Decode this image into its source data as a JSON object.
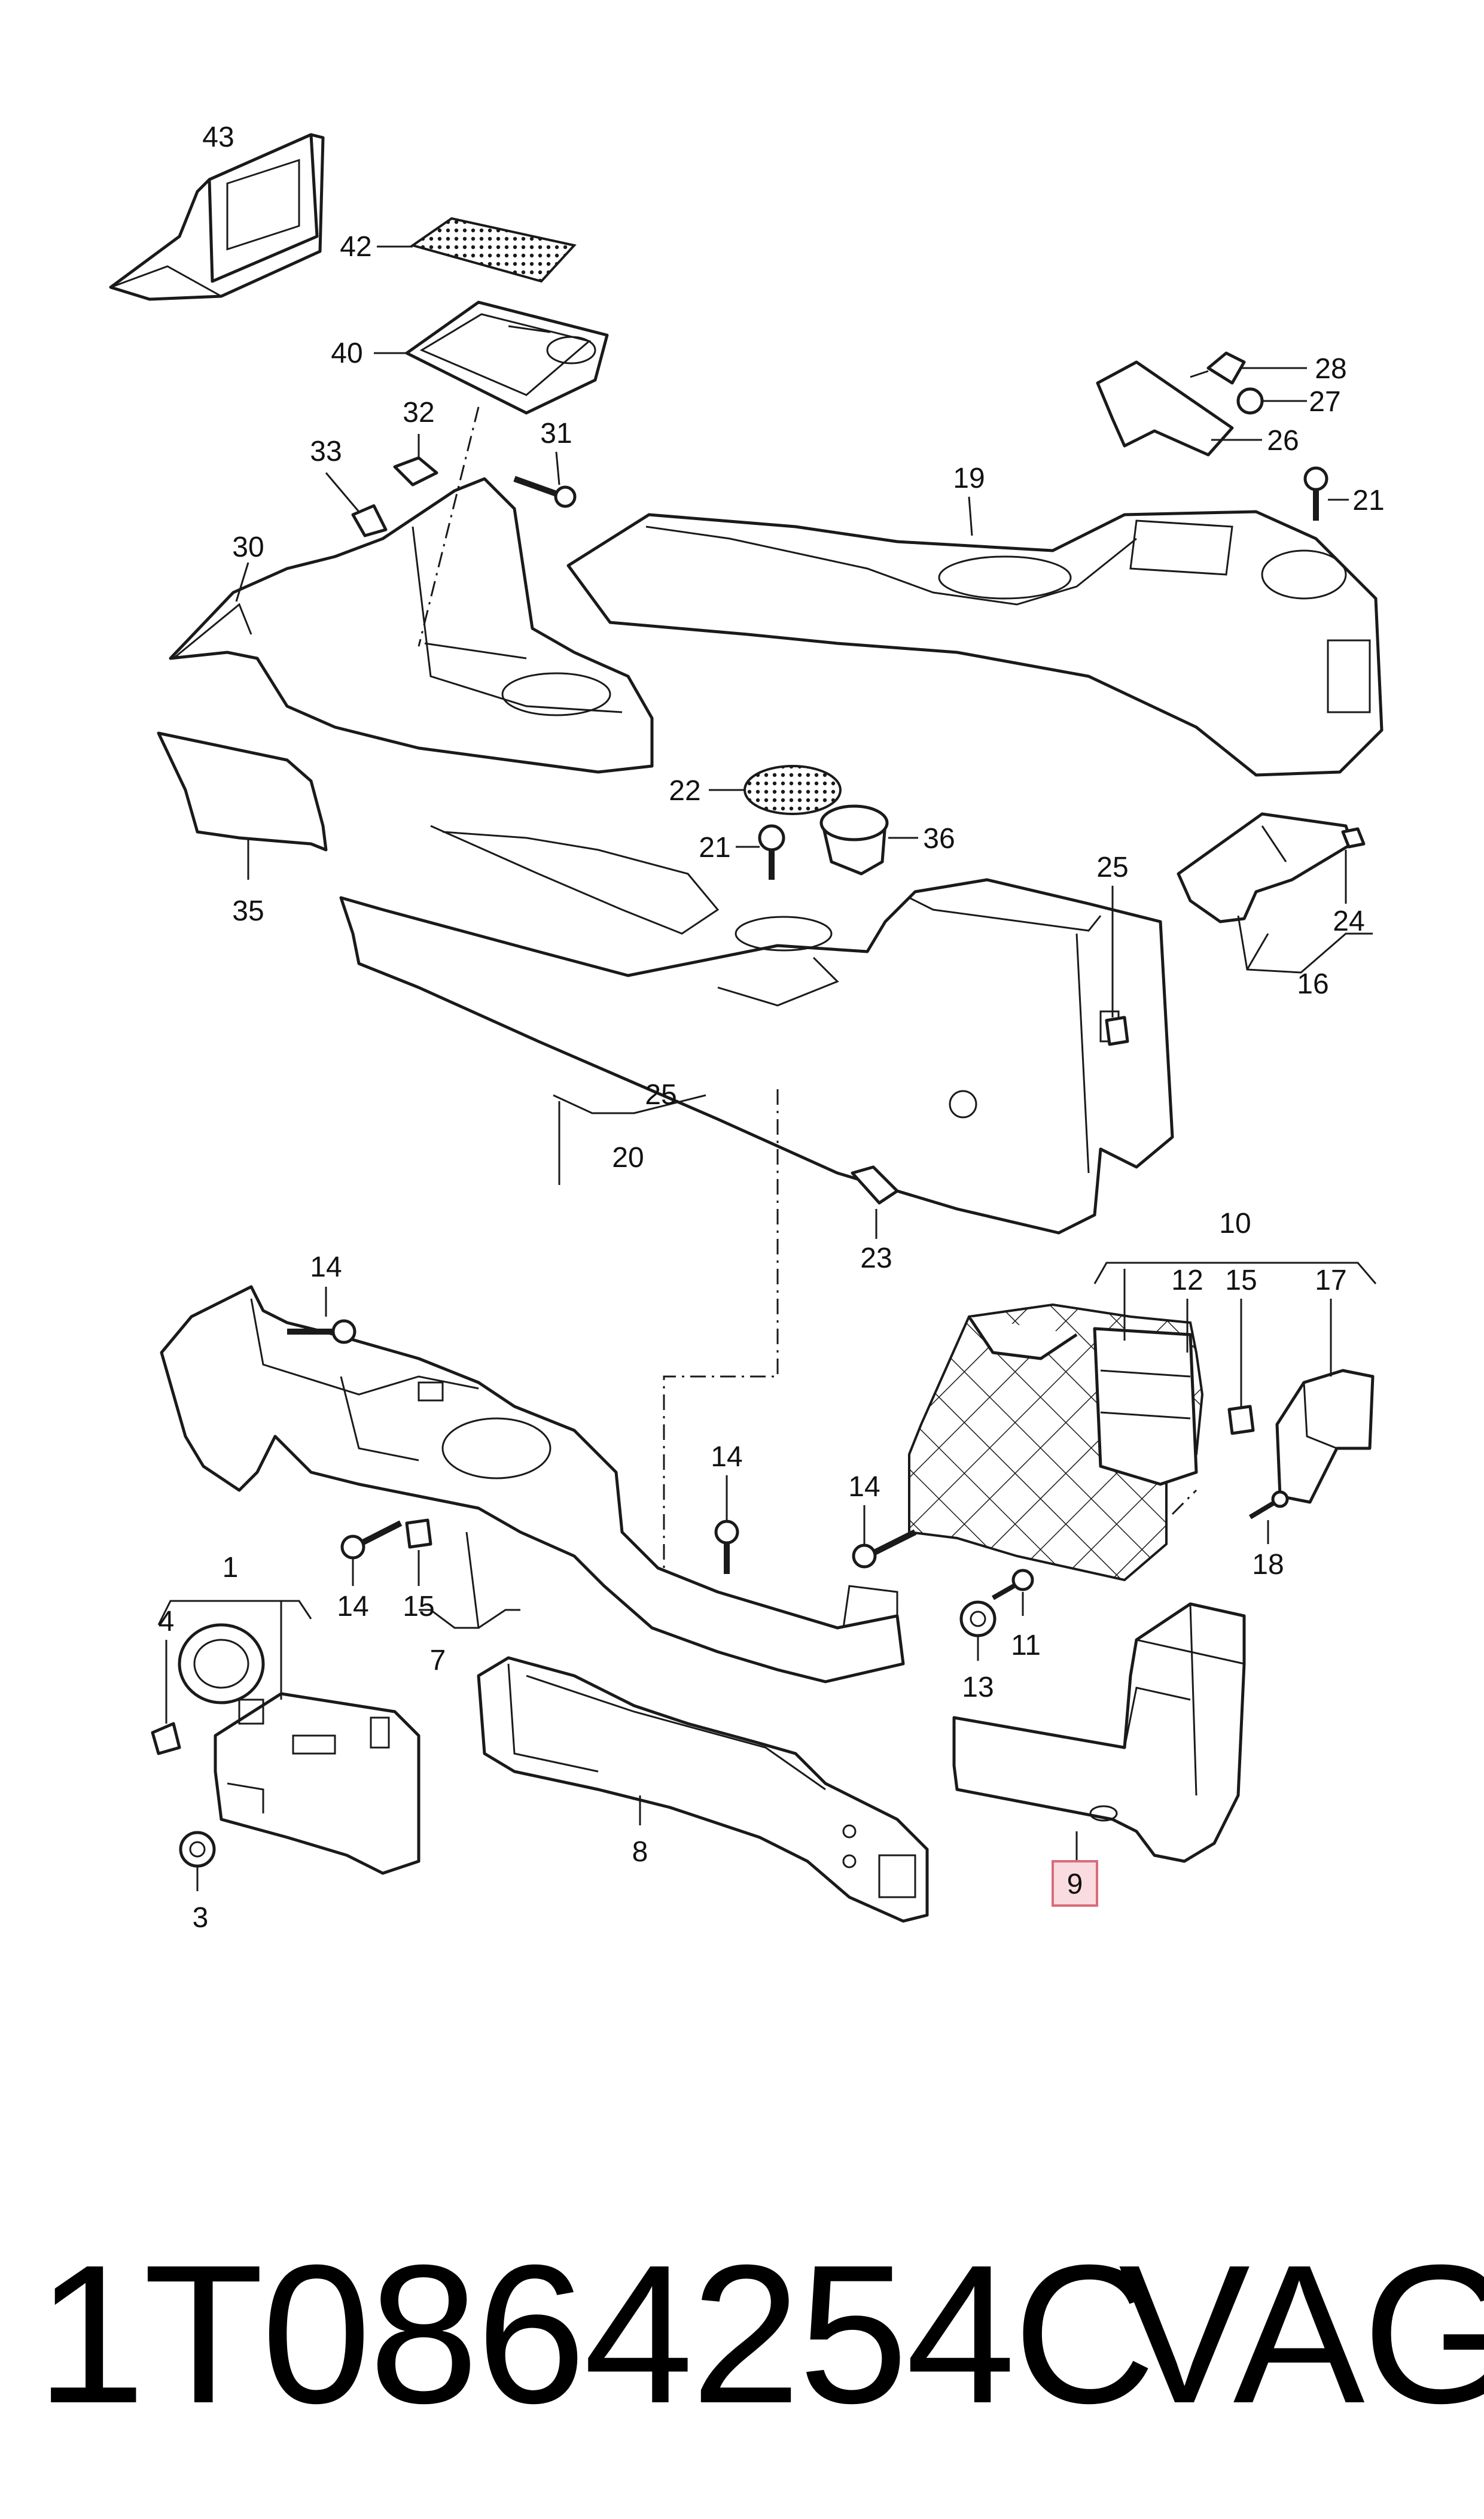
{
  "callouts": {
    "p43": "43",
    "p42": "42",
    "p40": "40",
    "p32": "32",
    "p33": "33",
    "p31": "31",
    "p30": "30",
    "p35": "35",
    "p19": "19",
    "p28": "28",
    "p27": "27",
    "p26": "26",
    "p21a": "21",
    "p22": "22",
    "p21b": "21",
    "p36": "36",
    "p25a": "25",
    "p24": "24",
    "p16": "16",
    "p25b": "25",
    "p20": "20",
    "p23": "23",
    "p10": "10",
    "p12": "12",
    "p15a": "15",
    "p17": "17",
    "p14a": "14",
    "p14b": "14",
    "p14c": "14",
    "p14d": "14",
    "p15b": "15",
    "p7": "7",
    "p18": "18",
    "p11": "11",
    "p13": "13",
    "p1": "1",
    "p4": "4",
    "p3": "3",
    "p8": "8",
    "p9": "9"
  },
  "footer": {
    "part_number": "1T0864254C",
    "brand": "VAG"
  },
  "colors": {
    "line": "#1a1a1a",
    "highlight_fill": "#f9dbe0",
    "highlight_border": "#d96b7a"
  }
}
